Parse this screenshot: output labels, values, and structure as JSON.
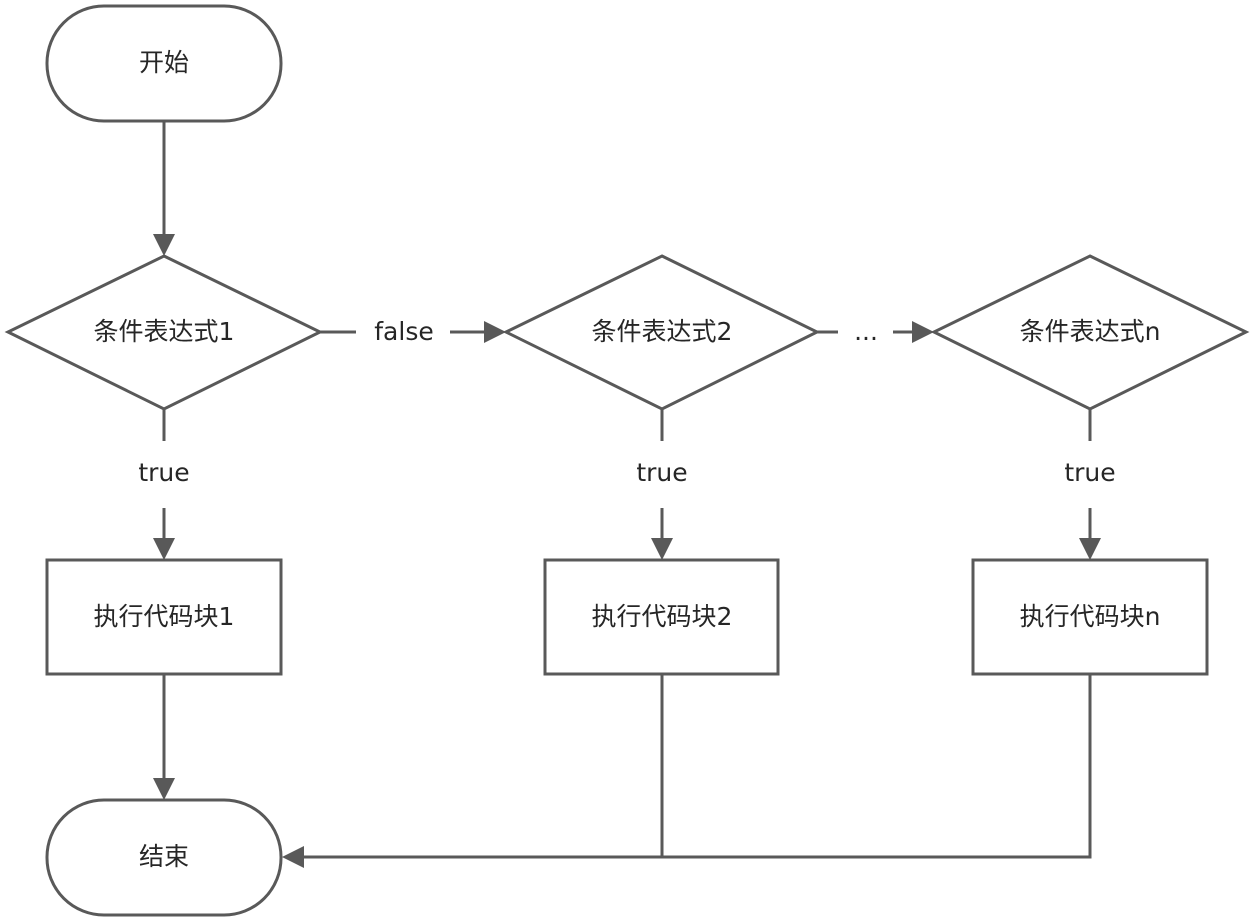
{
  "diagram": {
    "type": "flowchart",
    "colors": {
      "stroke": "#595959",
      "text": "#262626",
      "fill": "#ffffff"
    },
    "nodes": {
      "start": "开始",
      "cond1": "条件表达式1",
      "cond2": "条件表达式2",
      "condn": "条件表达式n",
      "block1": "执行代码块1",
      "block2": "执行代码块2",
      "blockn": "执行代码块n",
      "end": "结束"
    },
    "edges": {
      "cond1_false": "false",
      "cond2_ellipsis": "...",
      "cond1_true": "true",
      "cond2_true": "true",
      "condn_true": "true"
    }
  }
}
